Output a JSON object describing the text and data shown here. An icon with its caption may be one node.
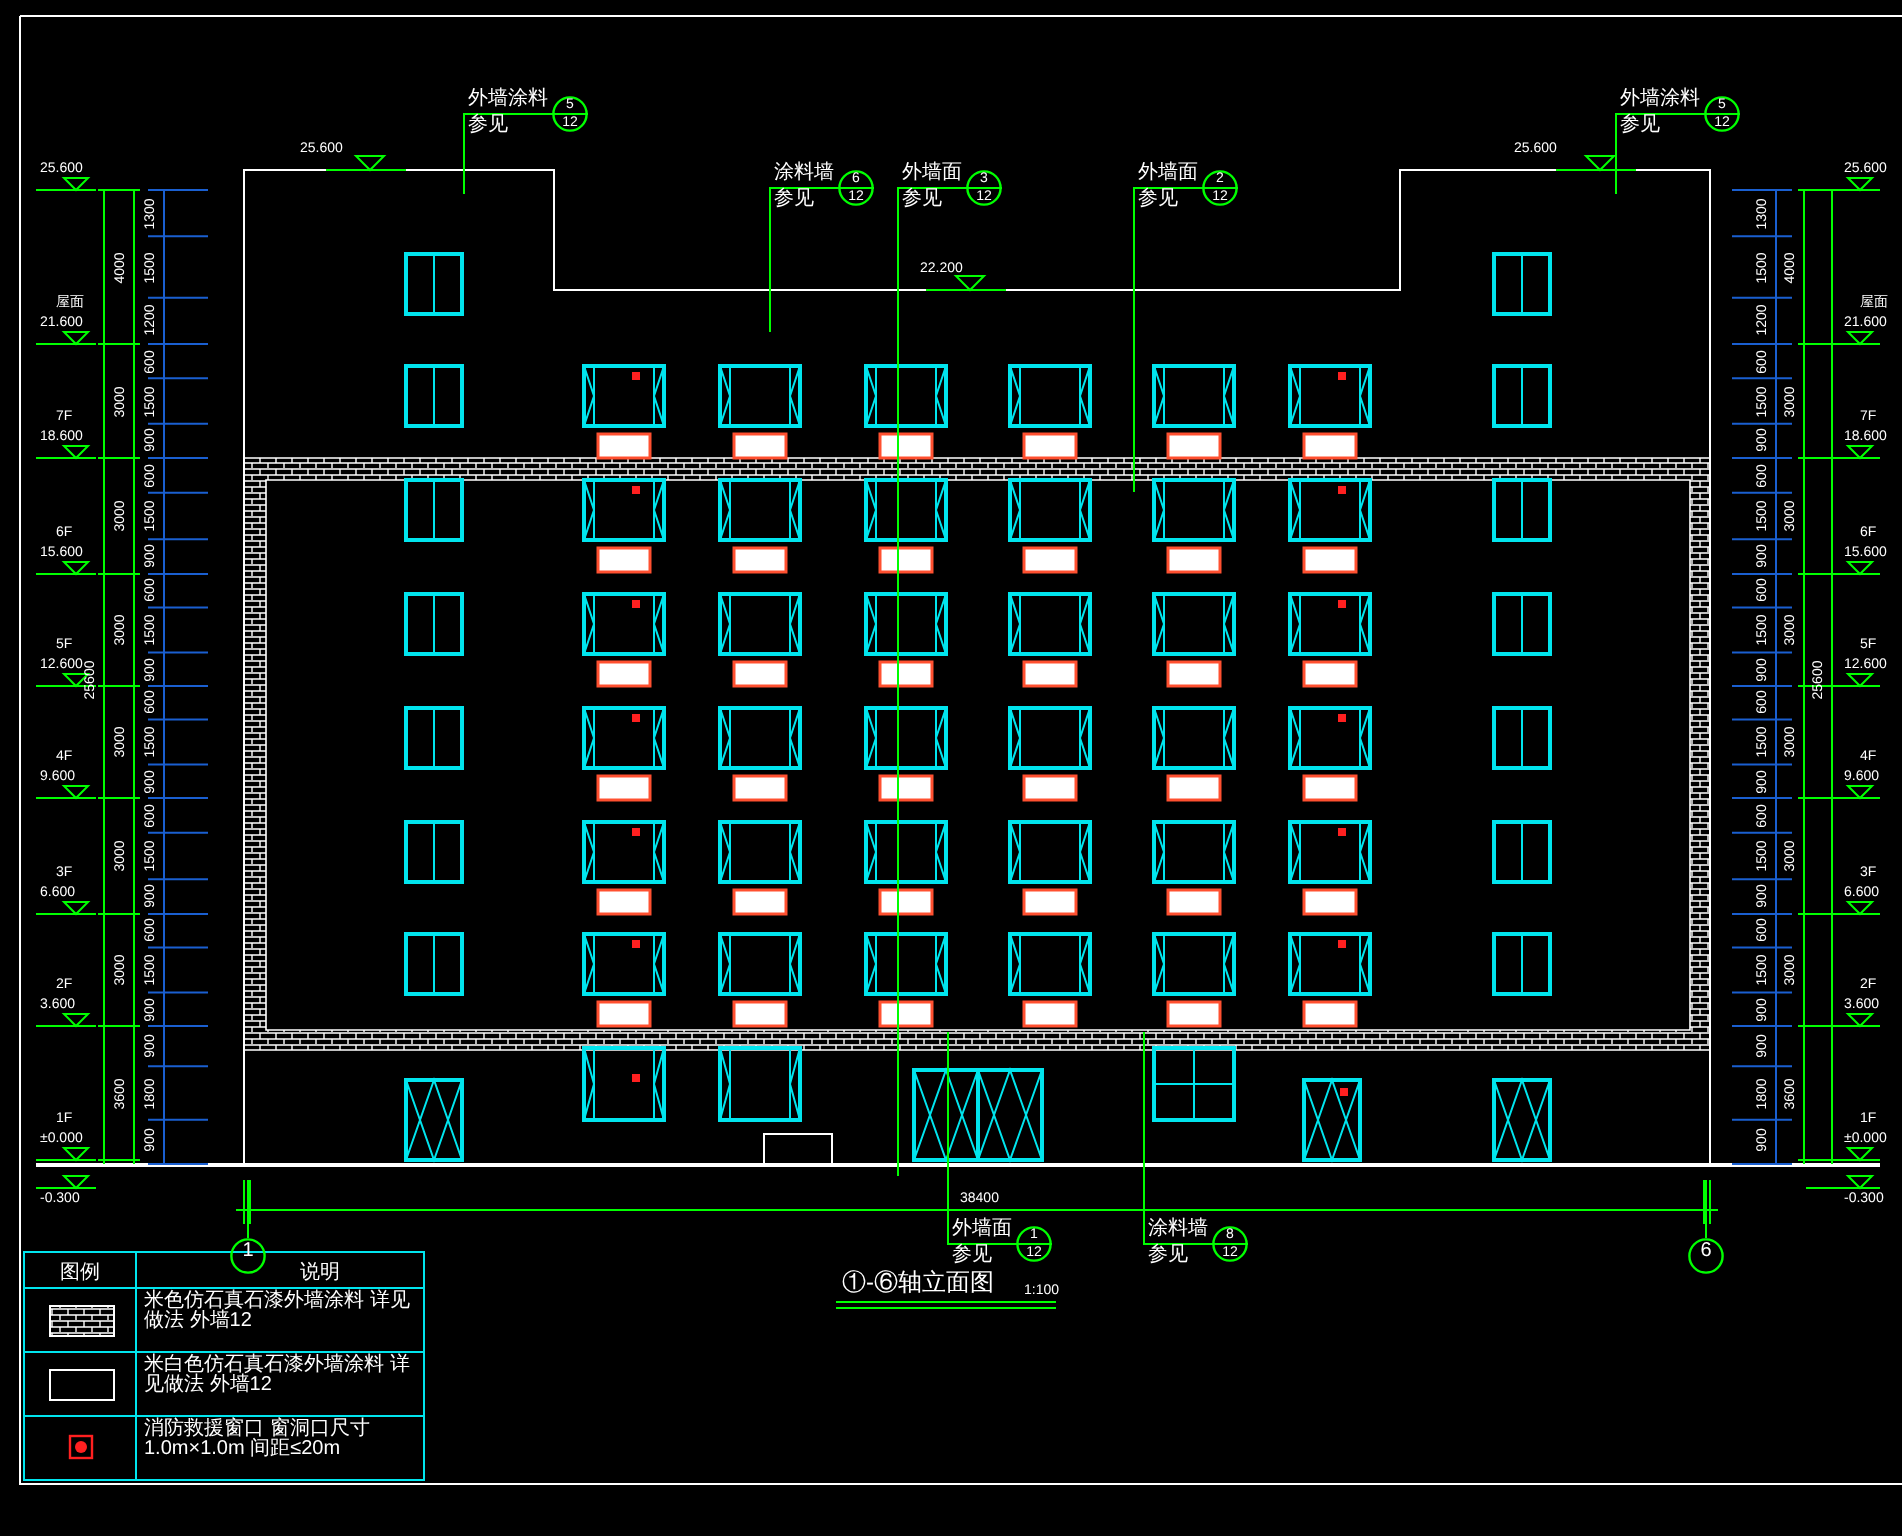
{
  "diagram": {
    "title": "①-⑥轴立面图",
    "nodes": [
      {
        "text": [
          "5",
          "12"
        ],
        "beside": [
          "外墙涂料",
          "参见"
        ]
      },
      {
        "text": [
          "6",
          "12"
        ],
        "beside": [
          "涂料墙",
          "参见"
        ]
      },
      {
        "text": [
          "3",
          "12"
        ],
        "beside": [
          "外墙面",
          "参见"
        ]
      },
      {
        "text": [
          "2",
          "12"
        ],
        "beside": [
          "外墙面",
          "参见"
        ]
      },
      {
        "text": [
          "5",
          "12"
        ],
        "beside": [
          "外墙涂料",
          "参见"
        ]
      },
      {
        "text": [
          "1",
          "12"
        ],
        "beside": [
          "外墙面",
          "参见"
        ]
      },
      {
        "text": [
          "8",
          "12"
        ],
        "beside": [
          "涂料墙",
          "参见"
        ]
      },
      {
        "text": [
          "1"
        ]
      },
      {
        "text": [
          "6"
        ]
      }
    ],
    "edges": [
      {
        "from": 0,
        "to": null,
        "arrow": "none"
      },
      {
        "from": 1,
        "to": null,
        "arrow": "none"
      },
      {
        "from": 2,
        "to": null,
        "arrow": "none"
      },
      {
        "from": 3,
        "to": null,
        "arrow": "none"
      },
      {
        "from": 4,
        "to": null,
        "arrow": "none"
      },
      {
        "from": 5,
        "to": null,
        "arrow": "none"
      },
      {
        "from": 6,
        "to": null,
        "arrow": "none"
      },
      {
        "from": 7,
        "to": null,
        "arrow": "none"
      },
      {
        "from": 8,
        "to": null,
        "arrow": "none"
      }
    ],
    "labels": [
      "25.600",
      "屋面",
      "21.600",
      "7F",
      "18.600",
      "6F",
      "15.600",
      "5F",
      "12.600",
      "4F",
      "9.600",
      "3F",
      "6.600",
      "2F",
      "3.600",
      "1F",
      "±0.000",
      "-0.300",
      "4000",
      "3000",
      "3000",
      "3000",
      "3000",
      "3000",
      "3000",
      "3600",
      "25600",
      "1300",
      "1500",
      "1200",
      "600",
      "1500",
      "900",
      "600",
      "1500",
      "900",
      "600",
      "1500",
      "900",
      "600",
      "1500",
      "900",
      "600",
      "1500",
      "900",
      "600",
      "1500",
      "900",
      "900",
      "1800",
      "900",
      "25.600",
      "屋面",
      "21.600",
      "7F",
      "18.600",
      "6F",
      "15.600",
      "5F",
      "12.600",
      "4F",
      "9.600",
      "3F",
      "6.600",
      "2F",
      "3.600",
      "1F",
      "±0.000",
      "-0.300",
      "4000",
      "3000",
      "3000",
      "3000",
      "3000",
      "3000",
      "3000",
      "3600",
      "25600",
      "1300",
      "1500",
      "1200",
      "600",
      "1500",
      "900",
      "600",
      "1500",
      "900",
      "600",
      "1500",
      "900",
      "600",
      "1500",
      "900",
      "600",
      "1500",
      "900",
      "600",
      "1500",
      "900",
      "900",
      "1800",
      "900",
      "25.600",
      "22.200",
      "25.600",
      "38400",
      "1:100",
      "图例",
      "说明"
    ],
    "legend": [
      {
        "text": "米色仿石真石漆外墙涂料 详见做法 外墙12"
      },
      {
        "text": "米白色仿石真石漆外墙涂料 详见做法 外墙12"
      },
      {
        "text": "消防救援窗口 窗洞口尺寸1.0m×1.0m 间距≤20m"
      }
    ]
  }
}
